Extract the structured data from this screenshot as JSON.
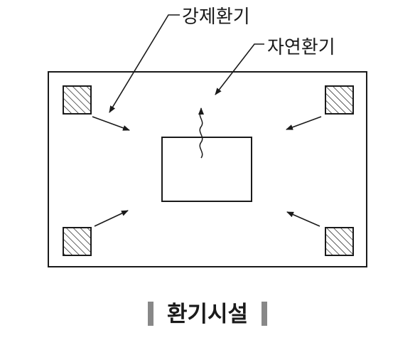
{
  "labels": {
    "forced_ventilation": "강제환기",
    "natural_ventilation": "자연환기"
  },
  "caption": {
    "text": "환기시설"
  },
  "colors": {
    "line": "#1a1a1a",
    "background": "#ffffff",
    "caption_marker": "#888888"
  },
  "icons": {
    "corner_units": "hatched-square",
    "caption_markers": "vertical-bar"
  }
}
